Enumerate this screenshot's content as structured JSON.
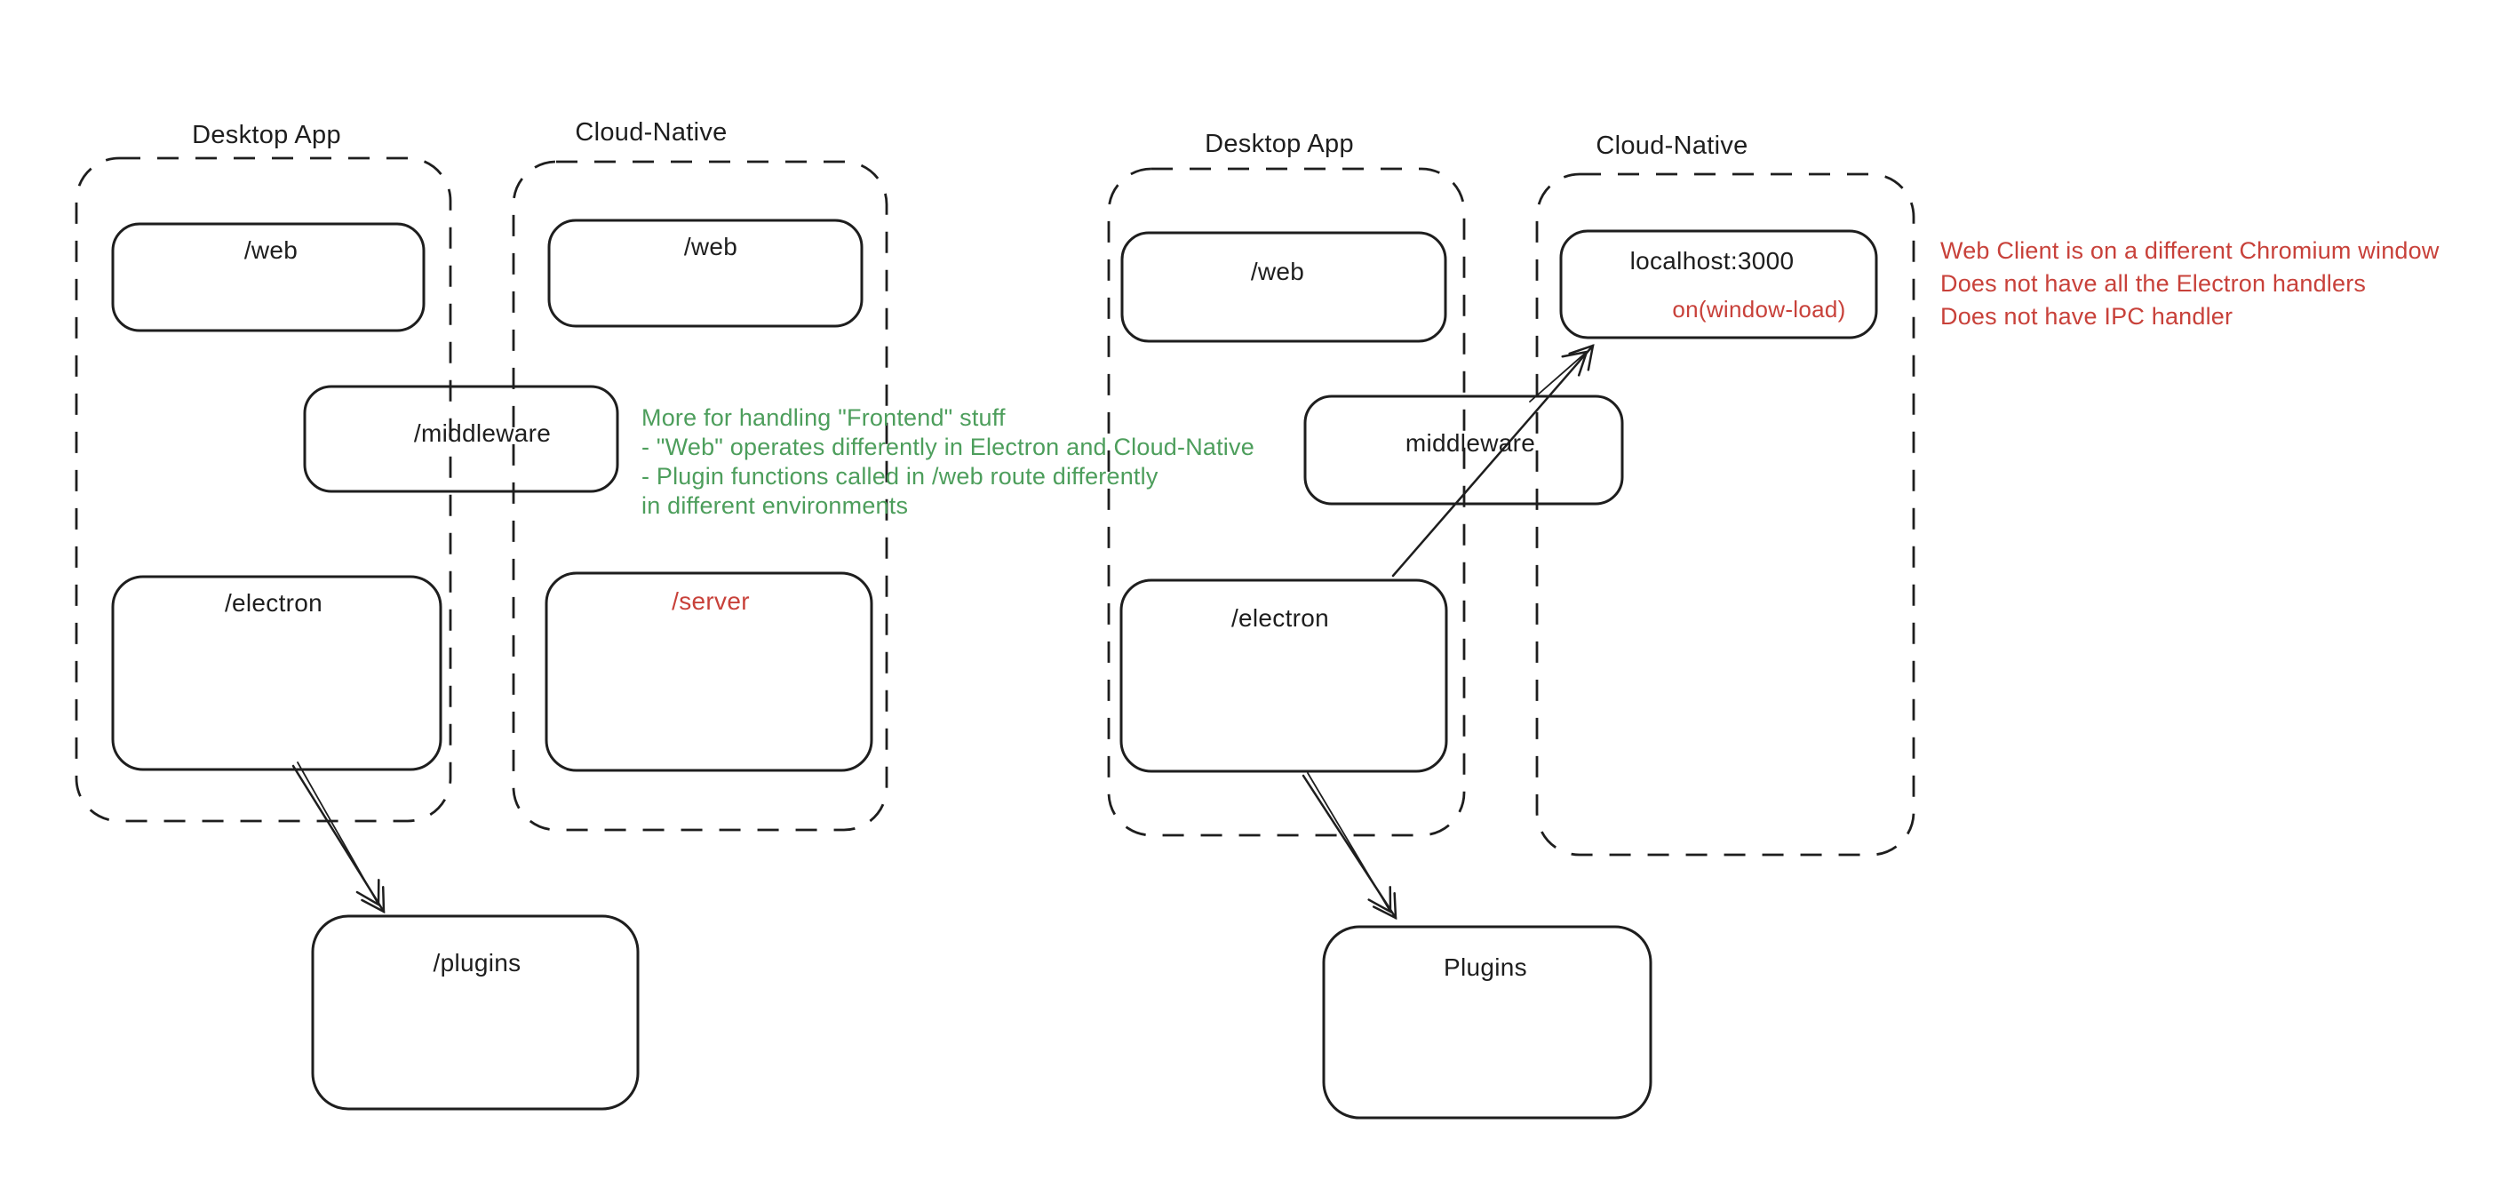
{
  "colors": {
    "ink": "#1e1e1e",
    "green": "#4d9e5c",
    "red": "#c8413a",
    "background": "#ffffff"
  },
  "left": {
    "desktop": {
      "title": "Desktop App",
      "web": "/web",
      "electron": "/electron"
    },
    "cloud": {
      "title": "Cloud-Native",
      "web": "/web",
      "server": "/server"
    },
    "middleware": "/middleware",
    "plugins": "/plugins",
    "note_lines": [
      "More for handling \"Frontend\" stuff",
      "- \"Web\" operates differently in Electron and Cloud-Native",
      "- Plugin functions called in /web route differently",
      "in different environments"
    ]
  },
  "right": {
    "desktop": {
      "title": "Desktop App",
      "web": "/web",
      "electron": "/electron"
    },
    "cloud": {
      "title": "Cloud-Native",
      "localhost": "localhost:3000",
      "onload": "on(window-load)"
    },
    "middleware": "middleware",
    "plugins": "Plugins",
    "note_lines": [
      "Web Client is on a different Chromium window",
      "Does not have all the Electron handlers",
      "Does not have IPC handler"
    ]
  }
}
